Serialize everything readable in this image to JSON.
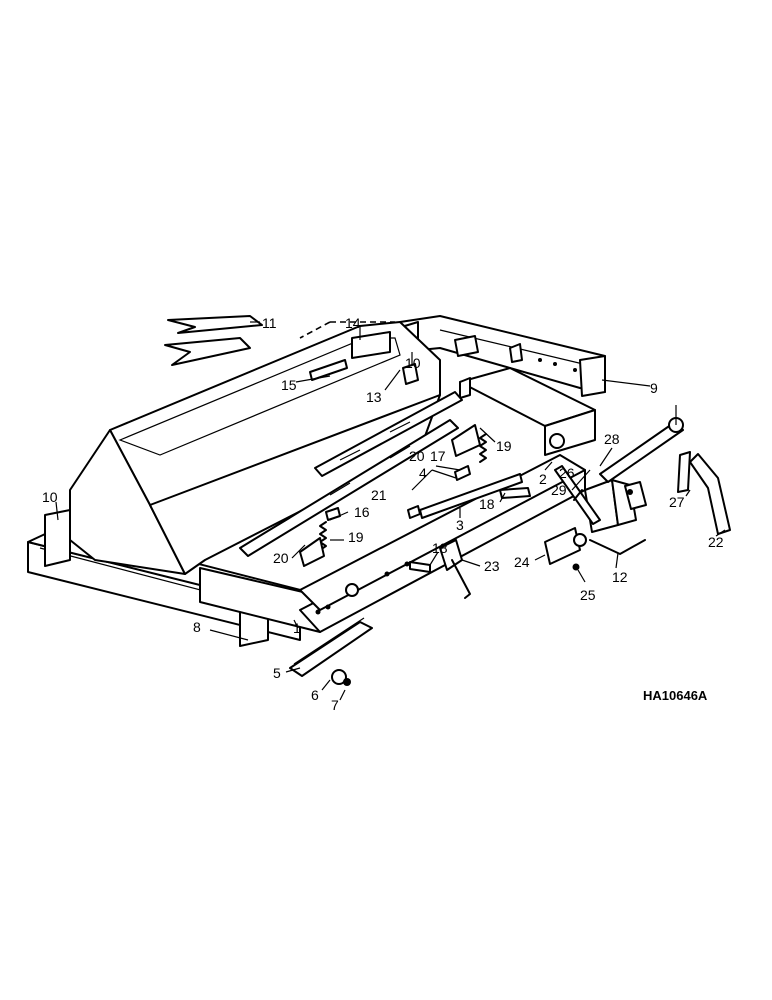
{
  "figure_id": "HA10646A",
  "callouts": [
    {
      "label": "11"
    },
    {
      "label": "14"
    },
    {
      "label": "10"
    },
    {
      "label": "15"
    },
    {
      "label": "13"
    },
    {
      "label": "9"
    },
    {
      "label": "28"
    },
    {
      "label": "19"
    },
    {
      "label": "17"
    },
    {
      "label": "20"
    },
    {
      "label": "4"
    },
    {
      "label": "26"
    },
    {
      "label": "2"
    },
    {
      "label": "29"
    },
    {
      "label": "27"
    },
    {
      "label": "21"
    },
    {
      "label": "18"
    },
    {
      "label": "10"
    },
    {
      "label": "16"
    },
    {
      "label": "3"
    },
    {
      "label": "22"
    },
    {
      "label": "19"
    },
    {
      "label": "20"
    },
    {
      "label": "18"
    },
    {
      "label": "24"
    },
    {
      "label": "23"
    },
    {
      "label": "12"
    },
    {
      "label": "25"
    },
    {
      "label": "8"
    },
    {
      "label": "1"
    },
    {
      "label": "5"
    },
    {
      "label": "6"
    },
    {
      "label": "7"
    }
  ]
}
